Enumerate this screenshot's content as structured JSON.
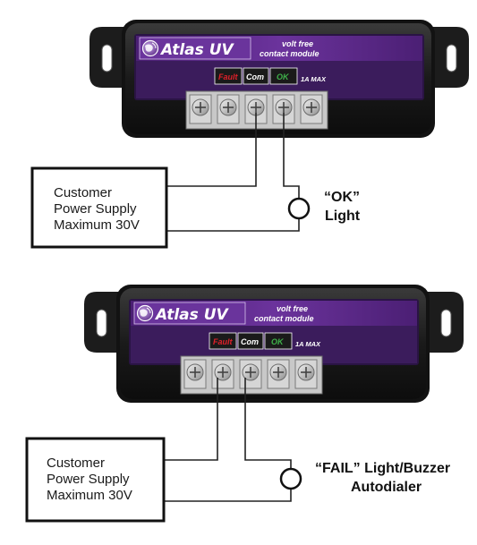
{
  "module": {
    "brand": "Atlas UV",
    "subtitle_line1": "volt free",
    "subtitle_line2": "contact module",
    "labels": {
      "fault": "Fault",
      "com": "Com",
      "ok": "OK",
      "rating": "1A MAX"
    },
    "icon": "globe-logo-icon",
    "colors": {
      "body": "#1d1d1d",
      "label_panel": "#5a2a86",
      "fault": "#e0202a",
      "ok": "#3fb24a",
      "com": "#ffffff"
    }
  },
  "top_diagram": {
    "power_supply": {
      "line1": "Customer",
      "line2": "Power Supply",
      "line3": "Maximum 30V"
    },
    "callout": {
      "line1": "“OK”",
      "line2": "Light"
    }
  },
  "bottom_diagram": {
    "power_supply": {
      "line1": "Customer",
      "line2": "Power Supply",
      "line3": "Maximum 30V"
    },
    "callout": {
      "line1": "“FAIL” Light/Buzzer",
      "line2": "Autodialer"
    }
  }
}
